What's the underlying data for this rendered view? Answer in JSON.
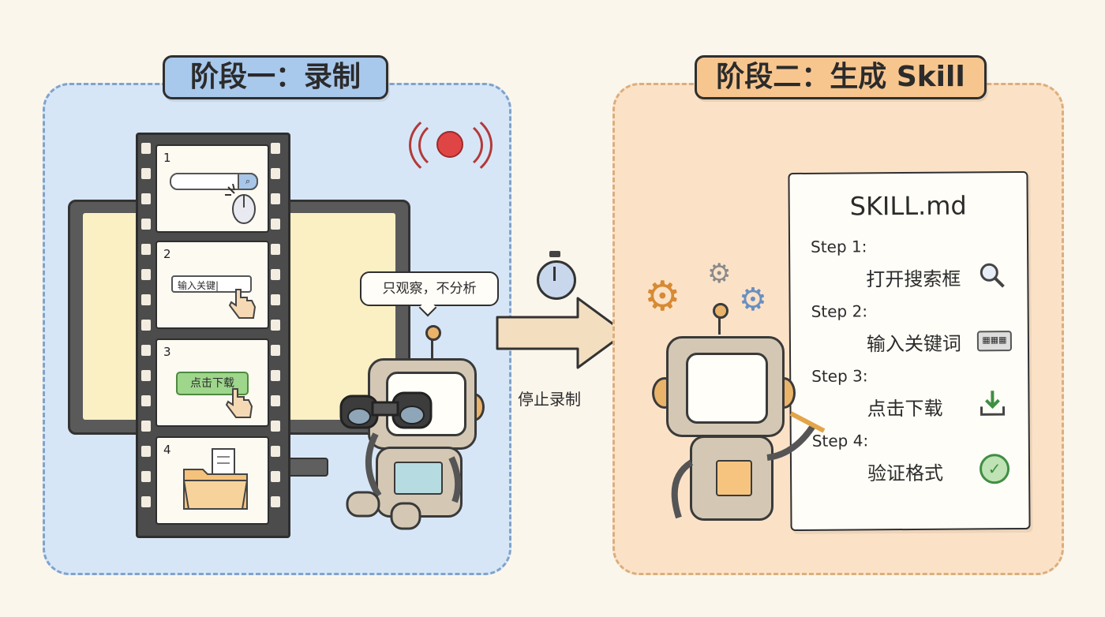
{
  "stage1": {
    "title": "阶段一：录制",
    "frames": [
      {
        "num": "1"
      },
      {
        "num": "2",
        "input_text": "输入关键|"
      },
      {
        "num": "3",
        "button_text": "点击下载"
      },
      {
        "num": "4"
      }
    ],
    "speech_bubble": "只观察，不分析"
  },
  "transition": {
    "label": "停止录制"
  },
  "stage2": {
    "title": "阶段二：生成 Skill",
    "document": {
      "title": "SKILL.md",
      "steps": [
        {
          "label": "Step 1:",
          "text": "打开搜索框",
          "icon": "magnifier-icon"
        },
        {
          "label": "Step 2:",
          "text": "输入关键词",
          "icon": "keyboard-icon"
        },
        {
          "label": "Step 3:",
          "text": "点击下载",
          "icon": "download-icon"
        },
        {
          "label": "Step 4:",
          "text": "验证格式",
          "icon": "check-icon"
        }
      ]
    }
  },
  "colors": {
    "stage1_bg": "#d7e6f6",
    "stage2_bg": "#fbe2c7",
    "record": "#e04545",
    "accent_green": "#9ed68c"
  }
}
